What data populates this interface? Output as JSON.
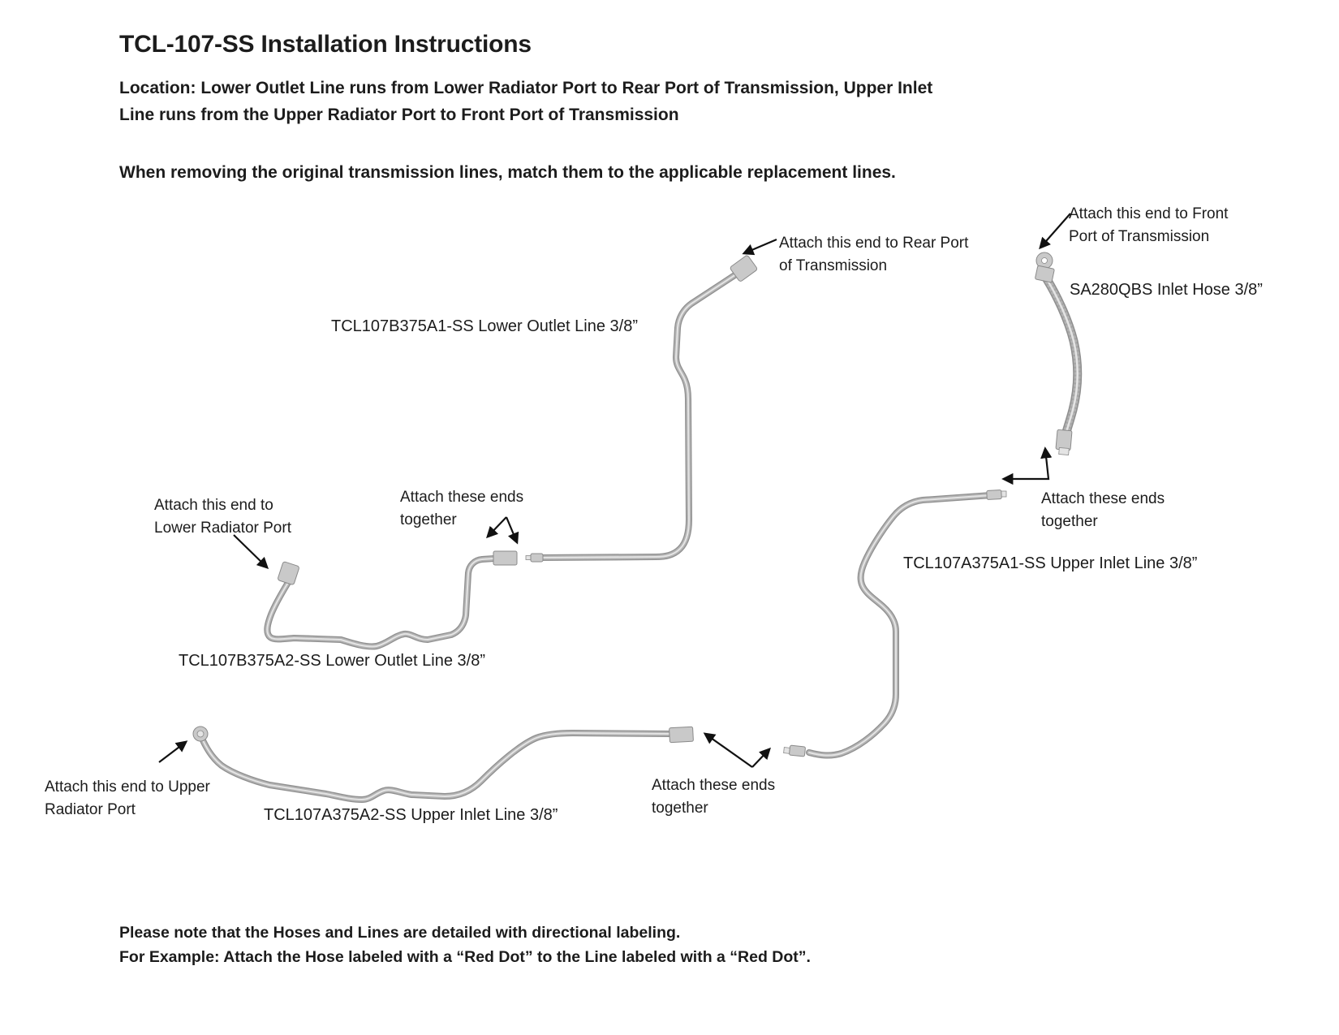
{
  "header": {
    "title": "TCL-107-SS Installation Instructions",
    "location_line1": "Location: Lower Outlet Line runs from Lower Radiator Port to Rear Port of Transmission, Upper Inlet",
    "location_line2": "Line runs from the Upper Radiator Port to Front Port of Transmission",
    "warning": "When removing the original transmission lines, match them to the applicable replacement lines."
  },
  "diagram": {
    "callouts": {
      "rear_port": {
        "line1": "Attach this end to Rear Port",
        "line2": "of Transmission"
      },
      "front_port": {
        "line1": "Attach this end to Front",
        "line2": "Port of Transmission"
      },
      "lower_radiator": {
        "line1": "Attach this end to",
        "line2": "Lower Radiator Port"
      },
      "upper_radiator": {
        "line1": "Attach this end to Upper",
        "line2": "Radiator Port"
      },
      "ends_together_middle": {
        "line1": "Attach these ends",
        "line2": "together"
      },
      "ends_together_right": {
        "line1": "Attach these ends",
        "line2": "together"
      },
      "ends_together_bottom": {
        "line1": "Attach these ends",
        "line2": "together"
      }
    },
    "part_labels": {
      "inlet_hose": "SA280QBS Inlet Hose 3/8”",
      "lower_outlet_line_a1": "TCL107B375A1-SS Lower Outlet Line 3/8”",
      "lower_outlet_line_a2": "TCL107B375A2-SS Lower Outlet Line 3/8”",
      "upper_inlet_line_a1": "TCL107A375A1-SS Upper Inlet Line 3/8”",
      "upper_inlet_line_a2": "TCL107A375A2-SS Upper Inlet Line 3/8”"
    }
  },
  "footer": {
    "note_line1": "Please note that the Hoses and Lines are detailed with directional labeling.",
    "note_line2": "For Example: Attach the Hose labeled with a “Red Dot” to the Line labeled with a “Red Dot”."
  },
  "colors": {
    "text": "#1c1c1c",
    "arrow": "#111111",
    "tube": "#b3b3b3",
    "tube_dark": "#8f8f8f",
    "tube_light": "#e4e4e4",
    "fitting": "#c9c9c9",
    "fitting_border": "#8a8a8a",
    "background": "#ffffff"
  }
}
